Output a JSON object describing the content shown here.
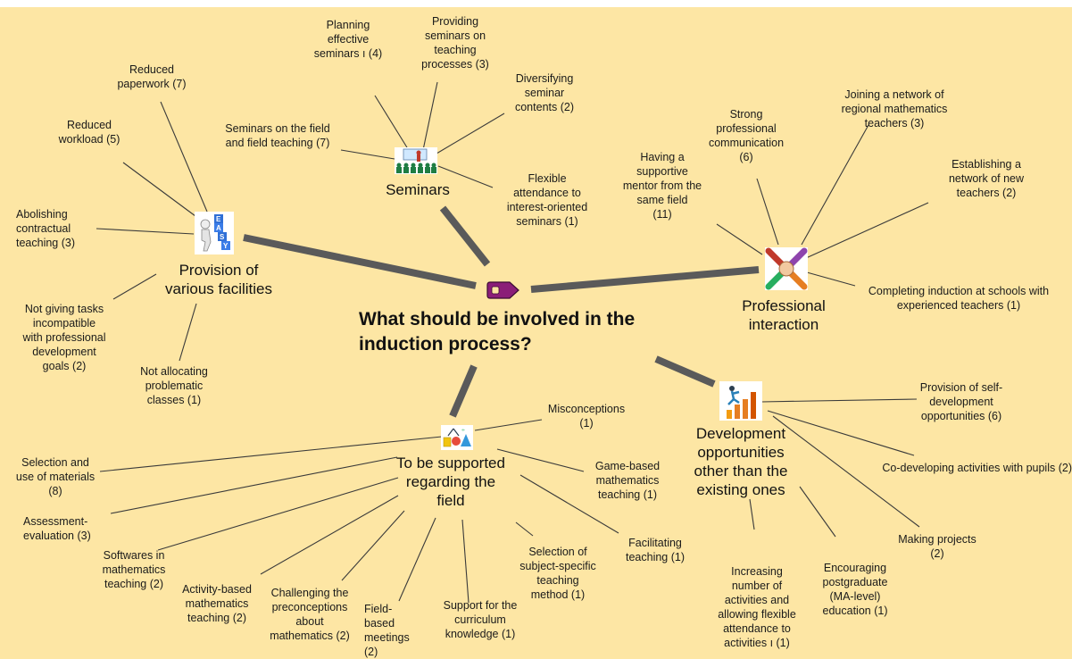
{
  "center": {
    "question": "What should be involved in the\ninduction process?"
  },
  "branches": {
    "seminars": {
      "title": "Seminars",
      "items": [
        "Planning\neffective\nseminars ı (4)",
        "Providing\nseminars on\nteaching\nprocesses (3)",
        "Diversifying\nseminar\ncontents (2)",
        "Seminars on the field\nand field teaching (7)",
        "Flexible\nattendance to\ninterest-oriented\nseminars (1)"
      ]
    },
    "facilities": {
      "title": "Provision of\nvarious facilities",
      "items": [
        "Reduced\npaperwork (7)",
        "Reduced\nworkload (5)",
        "Abolishing\ncontractual\nteaching (3)",
        "Not giving tasks\nincompatible\nwith professional\ndevelopment\ngoals (2)",
        "Not allocating\nproblematic\nclasses (1)"
      ]
    },
    "interaction": {
      "title": "Professional\ninteraction",
      "items": [
        "Having a\nsupportive\nmentor from the\nsame field\n(11)",
        "Strong\nprofessional\ncommunication\n(6)",
        "Joining a network of\nregional mathematics\nteachers  (3)",
        "Establishing a\nnetwork of new\nteachers  (2)",
        "Completing induction at schools with\nexperienced teachers  (1)"
      ]
    },
    "development": {
      "title": "Development\nopportunities\nother than the\nexisting ones",
      "items": [
        "Provision of self-\ndevelopment\nopportunities (6)",
        "Co-developing activities with pupils  (2)",
        "Making projects\n(2)",
        "Encouraging\npostgraduate\n(MA-level)\neducation (1)",
        "Increasing\nnumber of\nactivities and\nallowing flexible\nattendance to\nactivities ı (1)"
      ]
    },
    "field": {
      "title": "To be supported\nregarding the\nfield",
      "items": [
        "Misconceptions\n(1)",
        "Game-based\nmathematics\nteaching (1)",
        "Facilitating\nteaching  (1)",
        "Selection of\nsubject-specific\nteaching\nmethod (1)",
        "Support for the\ncurriculum\nknowledge (1)",
        "Field-\nbased\nmeetings\n(2)",
        "Challenging the\npreconceptions\nabout\nmathematics (2)",
        "Activity-based\nmathematics\nteaching (2)",
        "Softwares in\nmathematics\nteaching (2)",
        "Assessment-\nevaluation  (3)",
        "Selection and\nuse of materials\n(8)"
      ]
    }
  },
  "icons": {
    "center": "tag-icon",
    "seminars": "presentation-icon",
    "facilities": "easy-blocks-icon",
    "interaction": "joined-hands-icon",
    "development": "growth-chart-icon",
    "field": "math-tools-icon"
  },
  "colors": {
    "background": "#fde6a4",
    "connector": "#5a5a5a",
    "center_tag": "#8b1e78"
  }
}
